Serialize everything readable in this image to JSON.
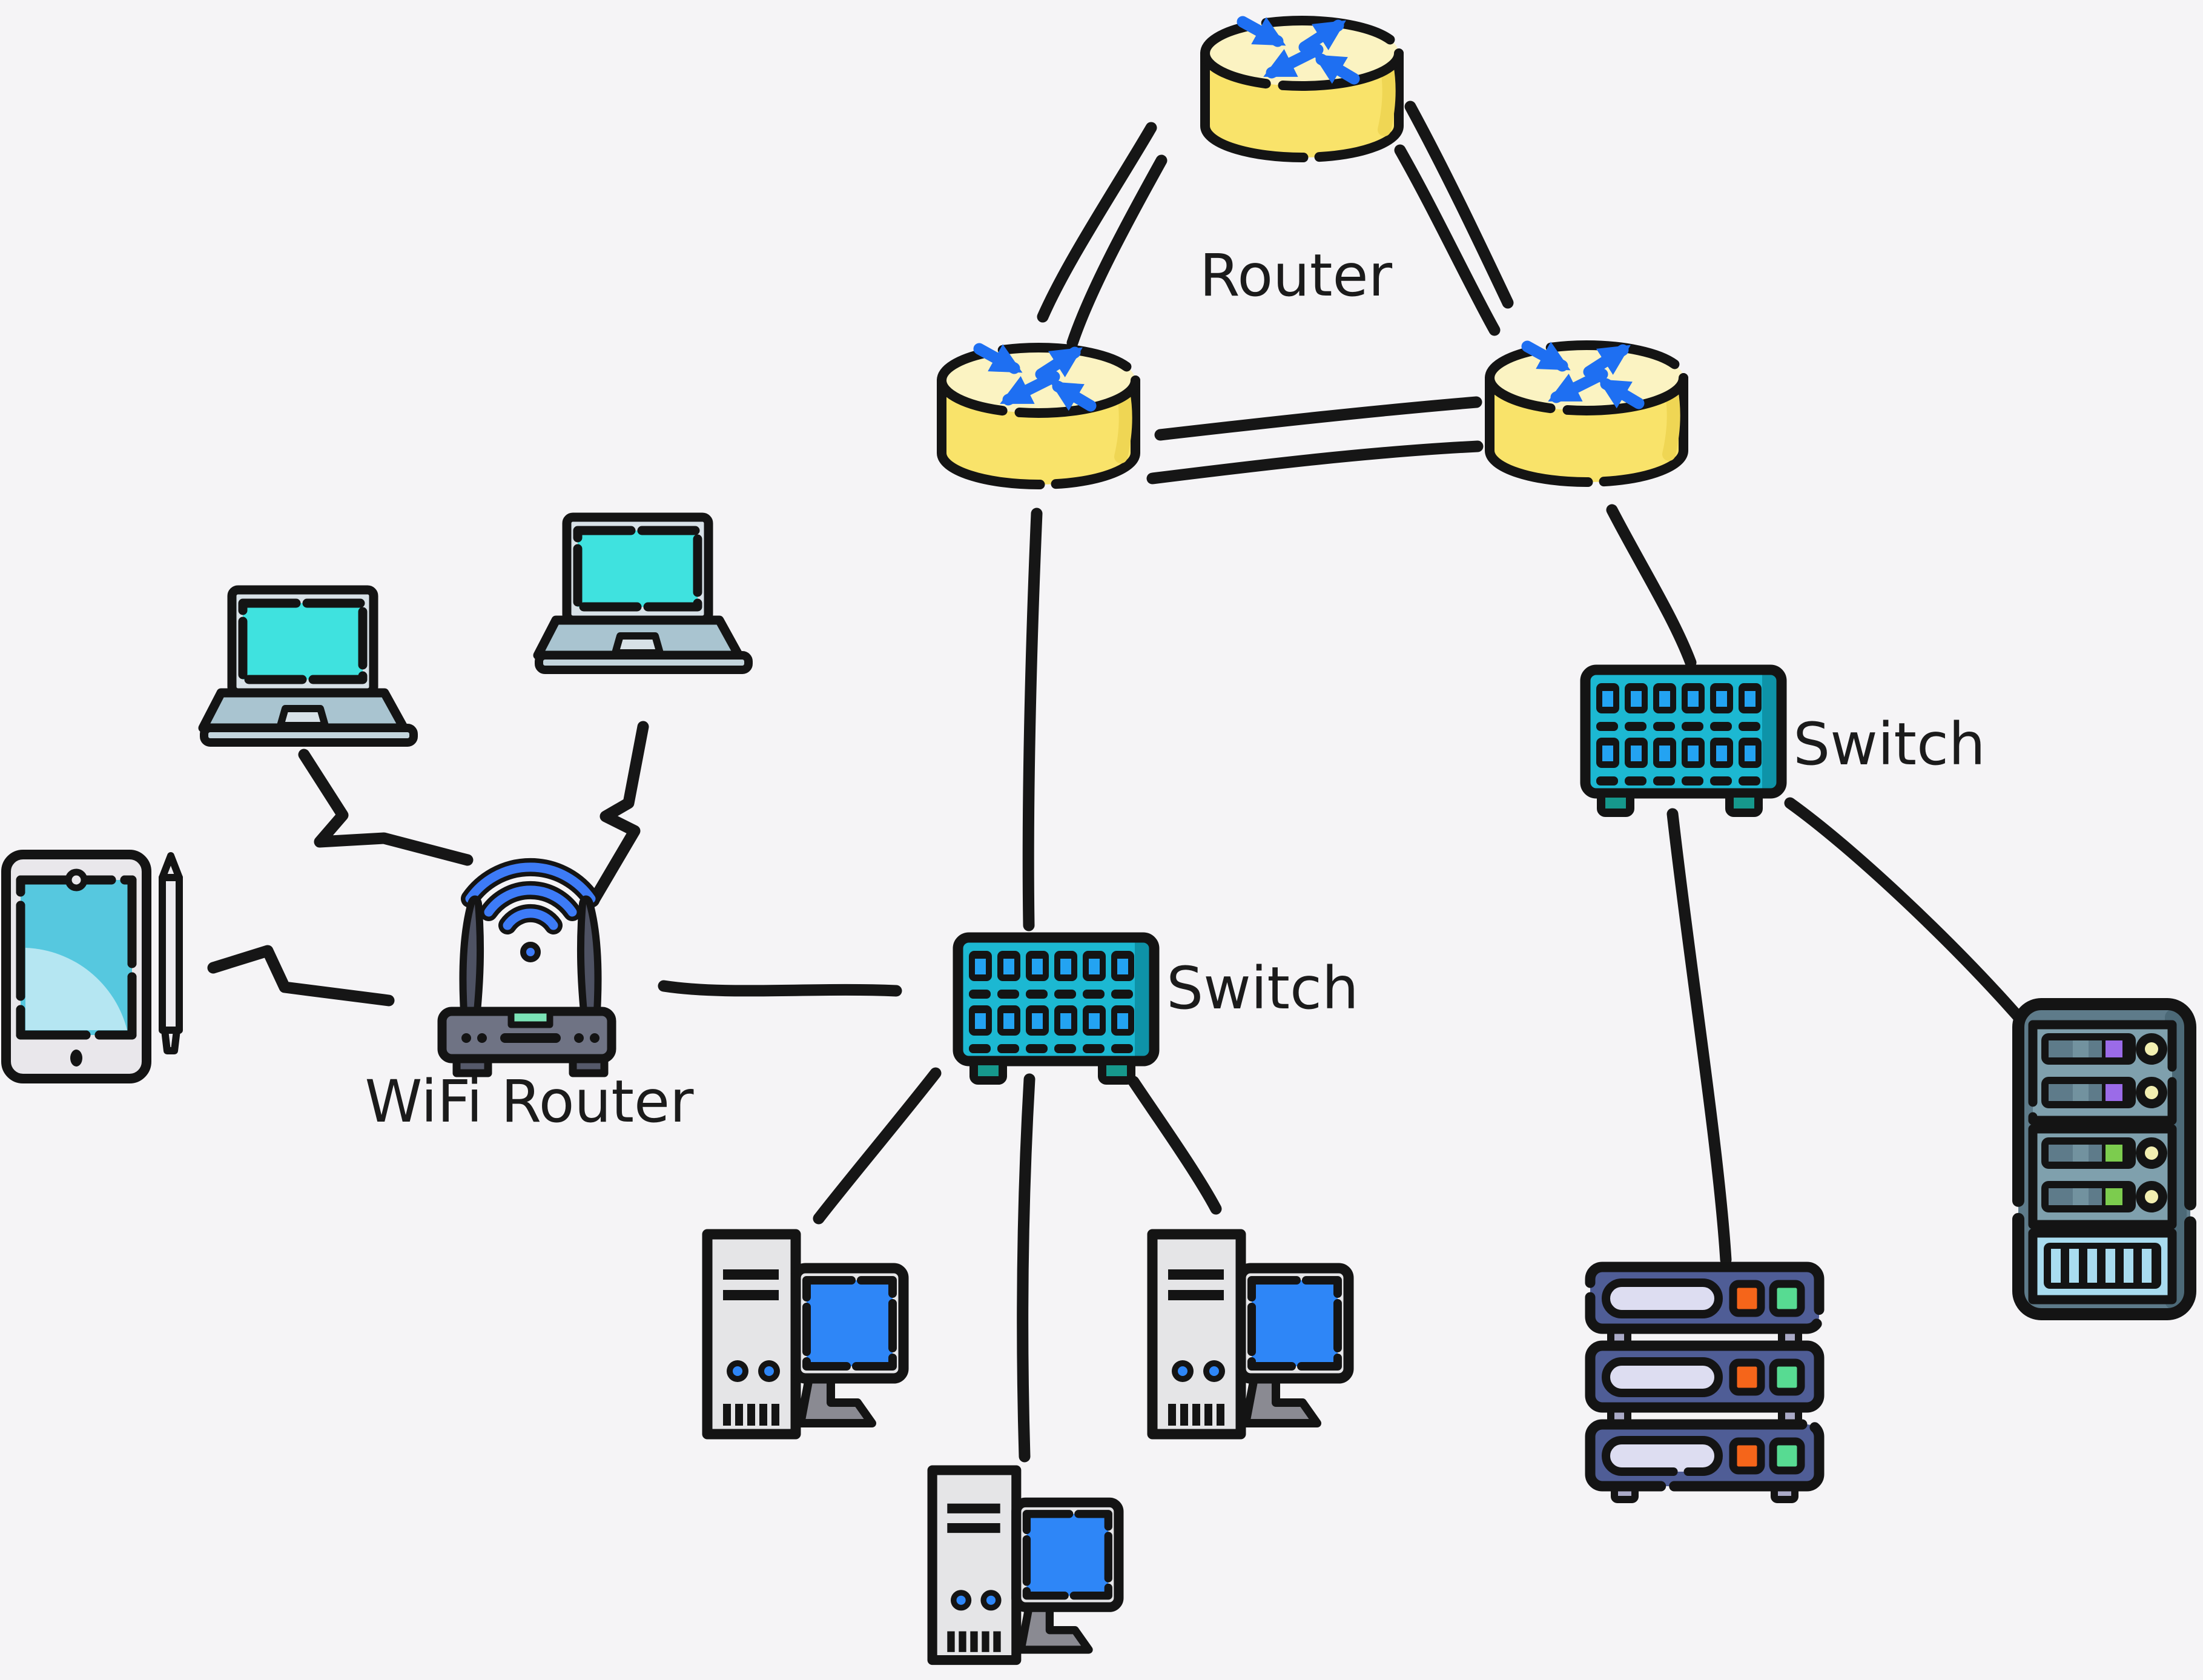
{
  "diagram": {
    "type": "network-topology-illustration",
    "labels": {
      "router": "Router",
      "switch_right": "Switch",
      "switch_center": "Switch",
      "wifi_router": "WiFi Router"
    },
    "nodes": [
      {
        "id": "router-top",
        "type": "router-icon",
        "label": ""
      },
      {
        "id": "router-left",
        "type": "router-icon",
        "label": ""
      },
      {
        "id": "router-right",
        "type": "router-icon",
        "label": ""
      },
      {
        "id": "switch-right",
        "type": "switch-icon",
        "label": "Switch"
      },
      {
        "id": "switch-center",
        "type": "switch-icon",
        "label": "Switch"
      },
      {
        "id": "wifi-router",
        "type": "wifi-router-icon",
        "label": "WiFi Router"
      },
      {
        "id": "laptop-1",
        "type": "laptop-icon",
        "label": ""
      },
      {
        "id": "laptop-2",
        "type": "laptop-icon",
        "label": ""
      },
      {
        "id": "tablet",
        "type": "tablet-with-stylus-icon",
        "label": ""
      },
      {
        "id": "desktop-1",
        "type": "desktop-computer-icon",
        "label": ""
      },
      {
        "id": "desktop-2",
        "type": "desktop-computer-icon",
        "label": ""
      },
      {
        "id": "desktop-3",
        "type": "desktop-computer-icon",
        "label": ""
      },
      {
        "id": "server-stack",
        "type": "rack-server-stack-icon",
        "label": ""
      },
      {
        "id": "server-cabinet",
        "type": "server-cabinet-icon",
        "label": ""
      }
    ],
    "edges": [
      {
        "from": "router-top",
        "to": "router-left",
        "style": "double-line"
      },
      {
        "from": "router-top",
        "to": "router-right",
        "style": "double-line"
      },
      {
        "from": "router-left",
        "to": "router-right",
        "style": "double-line"
      },
      {
        "from": "router-left",
        "to": "switch-center",
        "style": "line"
      },
      {
        "from": "router-right",
        "to": "switch-right",
        "style": "line"
      },
      {
        "from": "switch-right",
        "to": "server-cabinet",
        "style": "line"
      },
      {
        "from": "switch-right",
        "to": "server-stack",
        "style": "line"
      },
      {
        "from": "switch-center",
        "to": "desktop-1",
        "style": "line"
      },
      {
        "from": "switch-center",
        "to": "desktop-2",
        "style": "line"
      },
      {
        "from": "switch-center",
        "to": "desktop-3",
        "style": "line"
      },
      {
        "from": "wifi-router",
        "to": "switch-center",
        "style": "line"
      },
      {
        "from": "laptop-1",
        "to": "wifi-router",
        "style": "wireless-zigzag"
      },
      {
        "from": "laptop-2",
        "to": "wifi-router",
        "style": "wireless-zigzag"
      },
      {
        "from": "tablet",
        "to": "wifi-router",
        "style": "wireless-zigzag"
      }
    ],
    "colors": {
      "background": "#f5f4f6",
      "outline": "#141414",
      "router_yellow": "#F9E36A",
      "router_yellow_top": "#FBF3C2",
      "router_shade": "#EFD654",
      "arrow_blue": "#1E6FF2",
      "switch_teal": "#1CB8D2",
      "switch_teal_dark": "#0E93A8",
      "port_blue": "#23A3F2",
      "switch_foot_teal": "#16988C",
      "wifi_body_gray": "#6F7384",
      "antenna_gray": "#4E5263",
      "led_mint": "#7BE3B6",
      "wave_blue": "#3D7BF7",
      "laptop_screen_cyan": "#3FE2DF",
      "laptop_body": "#D8E1E7",
      "laptop_deck": "#A9C4D0",
      "tablet_body": "#E9E7EB",
      "tablet_screen": "#56C8DF",
      "tablet_screen_light": "#B5E6F2",
      "monitor_blue": "#2E86F7",
      "tower_gray": "#E5E5E7",
      "stand_gray": "#8A8A92",
      "server_navy": "#4F5D96",
      "server_pill": "#DDDDF1",
      "server_orange": "#F5651A",
      "server_green": "#57DB92",
      "server_post_gray": "#ABABC8",
      "rack_body": "#5E7B8A",
      "rack_body_dark": "#4C6977",
      "rack_panel": "#7FA0AD",
      "rack_accent_purple": "#9B6BE8",
      "rack_accent_green": "#7CCC4E",
      "rack_led_yellow": "#F3EFB1",
      "rack_vent_blue": "#A9DCEF"
    }
  }
}
